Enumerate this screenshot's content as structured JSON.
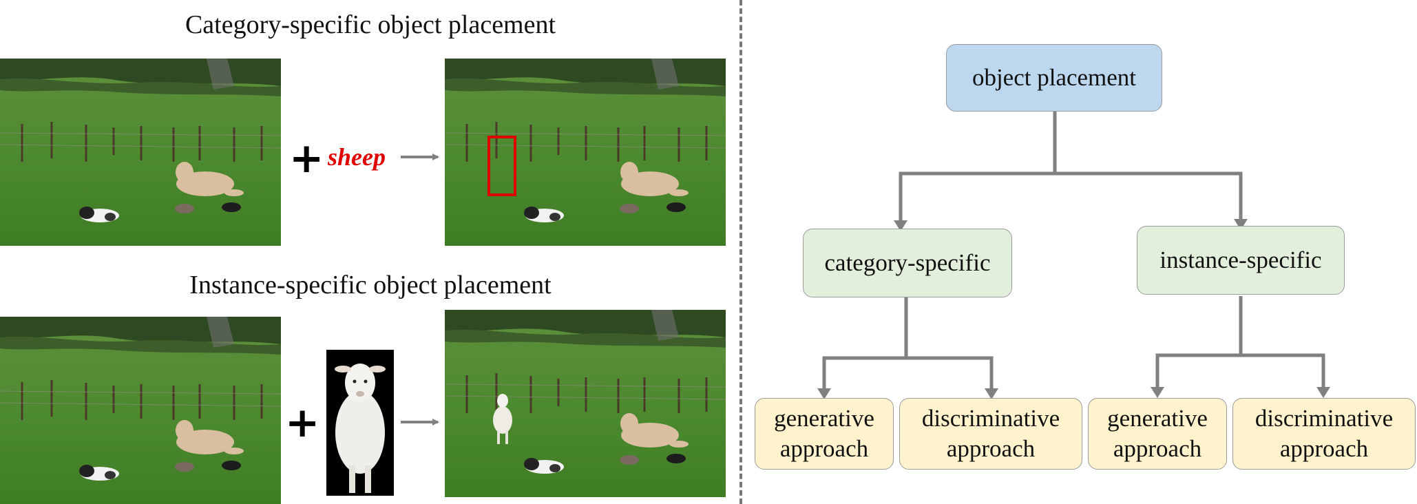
{
  "left": {
    "top_title": "Category-specific object placement",
    "bottom_title": "Instance-specific object placement",
    "category_word": "sheep",
    "plus_symbol": "+"
  },
  "tree": {
    "root": "object placement",
    "category": "category-specific",
    "instance": "instance-specific",
    "leaves": [
      {
        "line1": "generative",
        "line2": "approach"
      },
      {
        "line1": "discriminative",
        "line2": "approach"
      },
      {
        "line1": "generative",
        "line2": "approach"
      },
      {
        "line1": "discriminative",
        "line2": "approach"
      }
    ]
  },
  "colors": {
    "root_fill": "#bdd7ee",
    "mid_fill": "#e2efda",
    "leaf_fill": "#fff2cc",
    "connector": "#808080",
    "bbox": "#e00000"
  }
}
